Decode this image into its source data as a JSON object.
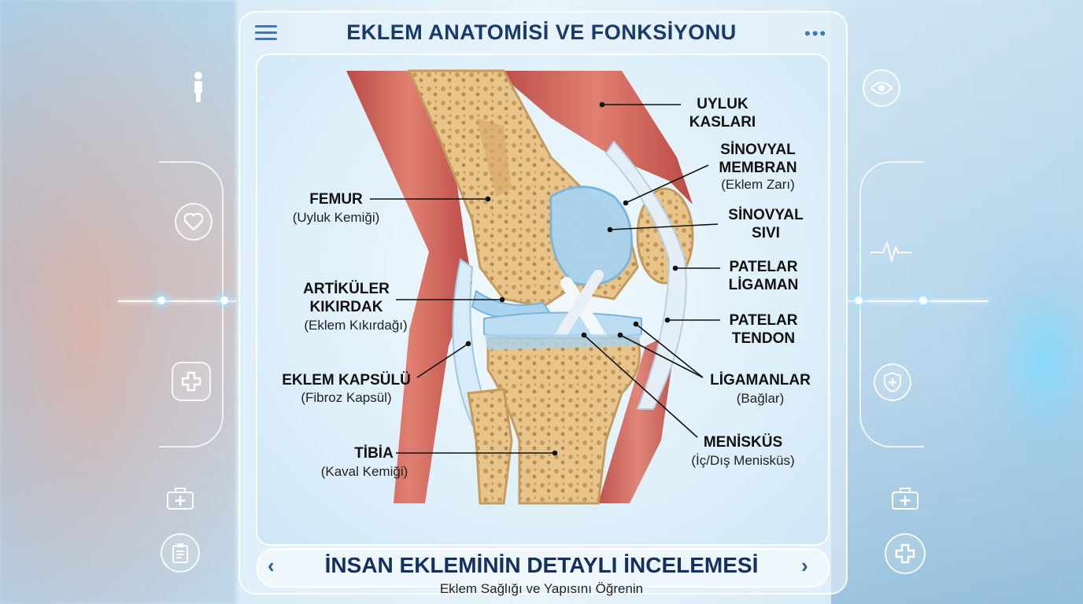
{
  "header": {
    "title": "EKLEM ANATOMİSİ VE FONKSİYONU"
  },
  "labels": {
    "femur": {
      "title": "FEMUR",
      "subtitle": "(Uyluk Kemiği)"
    },
    "cartilage": {
      "title_line1": "ARTİKÜLER",
      "title_line2": "KIKIRDAK",
      "subtitle": "(Eklem Kıkırdağı)"
    },
    "capsule": {
      "title": "EKLEM KAPSÜLÜ",
      "subtitle": "(Fibroz Kapsül)"
    },
    "tibia": {
      "title": "TİBİA",
      "subtitle": "(Kaval Kemiği)"
    },
    "thigh_muscles": {
      "title_line1": "UYLUK",
      "title_line2": "KASLARI"
    },
    "synovial_membrane": {
      "title_line1": "SİNOVYAL",
      "title_line2": "MEMBRAN",
      "subtitle": "(Eklem Zarı)"
    },
    "synovial_fluid": {
      "title_line1": "SİNOVYAL",
      "title_line2": "SIVI"
    },
    "patellar_ligament": {
      "title_line1": "PATELAR",
      "title_line2": "LİGAMAN"
    },
    "patellar_tendon": {
      "title_line1": "PATELAR",
      "title_line2": "TENDON"
    },
    "ligaments": {
      "title": "LİGAMANLAR",
      "subtitle": "(Bağlar)"
    },
    "meniscus": {
      "title": "MENİSKÜS",
      "subtitle": "(İç/Dış Menisküs)"
    }
  },
  "footer": {
    "title": "İNSAN EKLEMİNİN DETAYLI İNCELEMESİ",
    "subtitle": "Eklem Sağlığı ve Yapısını Öğrenin",
    "prev_arrow": "‹",
    "next_arrow": "›"
  },
  "icons": {
    "left": [
      "person-icon",
      "heart-icon",
      "medical-cross-icon",
      "first-aid-kit-icon",
      "clipboard-icon"
    ],
    "right": [
      "eye-icon",
      "heartbeat-icon",
      "shield-icon",
      "first-aid-kit-icon",
      "medical-cross-icon"
    ]
  },
  "colors": {
    "title": "#193a6a",
    "accent": "#3e79b5",
    "bone": "#e9c98f",
    "muscle": "#c9524a",
    "cartilage": "#a9d3ef"
  }
}
